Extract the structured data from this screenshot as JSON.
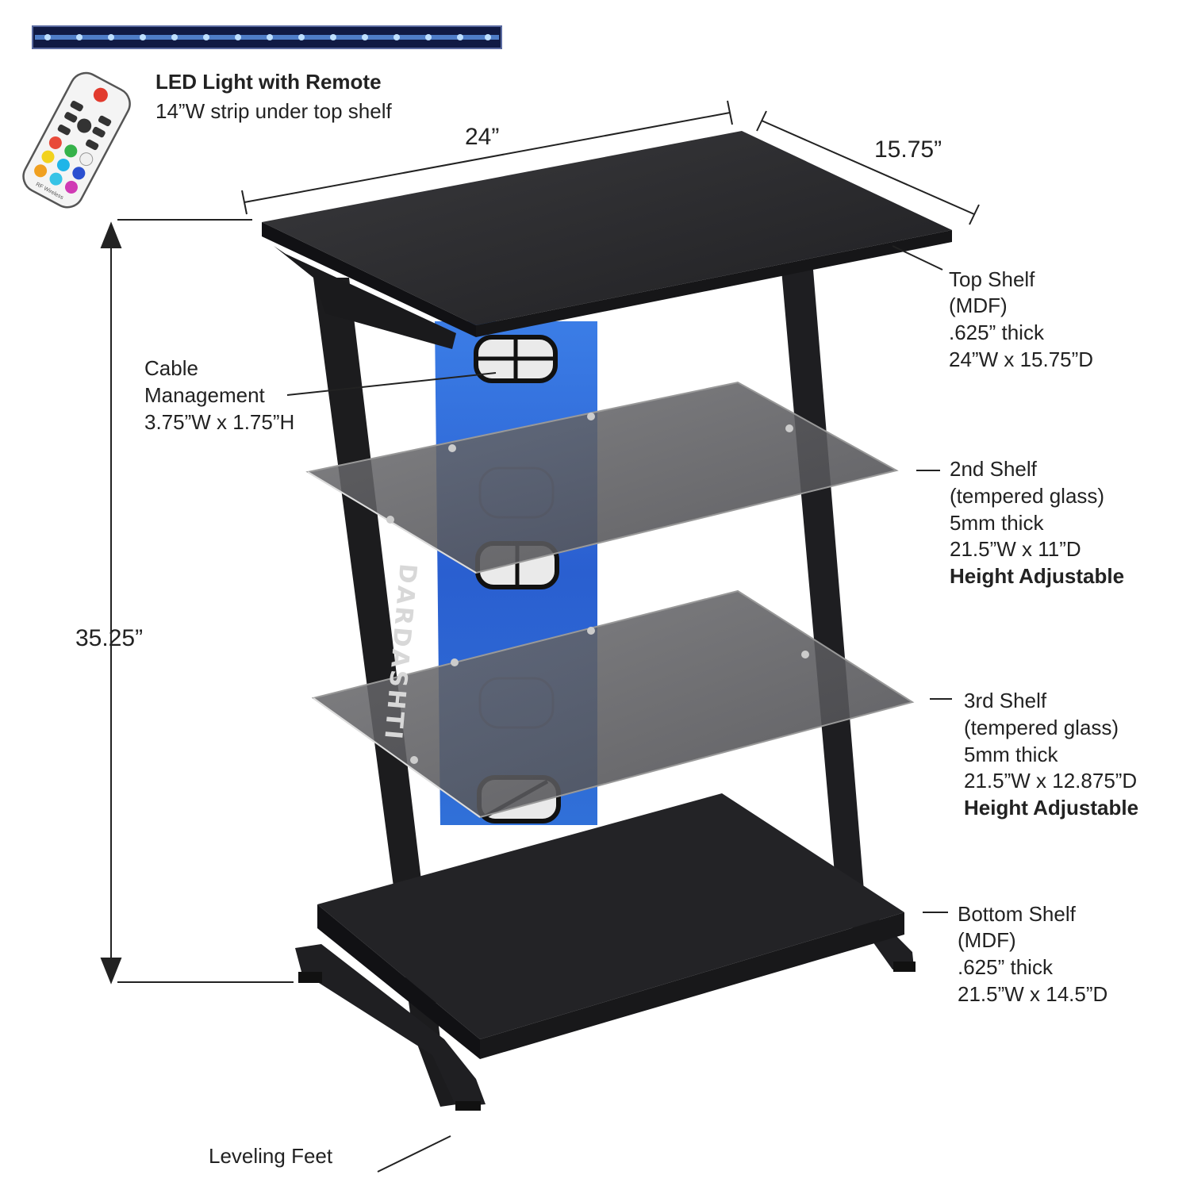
{
  "colors": {
    "frame": "#1c1c1e",
    "shelf_top": "#2b2b2e",
    "panel": "#2f6fd6",
    "glass": "#6b6b6d",
    "text": "#222222"
  },
  "led": {
    "title": "LED Light with Remote",
    "subtitle": "14”W strip under top shelf"
  },
  "remote": {
    "brand_text": "RF Wireless"
  },
  "dimensions": {
    "width": "24”",
    "depth": "15.75”",
    "height": "35.25”"
  },
  "brand": "DARDASHTI",
  "callouts": {
    "cable": [
      "Cable",
      "Management",
      "3.75”W x 1.75”H"
    ],
    "top_shelf": [
      "Top Shelf",
      "(MDF)",
      ".625” thick",
      "24”W x 15.75”D"
    ],
    "second_shelf": [
      "2nd Shelf",
      "(tempered glass)",
      "5mm thick",
      "21.5”W x 11”D",
      "Height Adjustable"
    ],
    "third_shelf": [
      "3rd Shelf",
      "(tempered glass)",
      "5mm thick",
      "21.5”W x 12.875”D",
      "Height Adjustable"
    ],
    "bottom_shelf": [
      "Bottom Shelf",
      "(MDF)",
      ".625” thick",
      "21.5”W x 14.5”D"
    ],
    "feet": "Leveling Feet"
  }
}
